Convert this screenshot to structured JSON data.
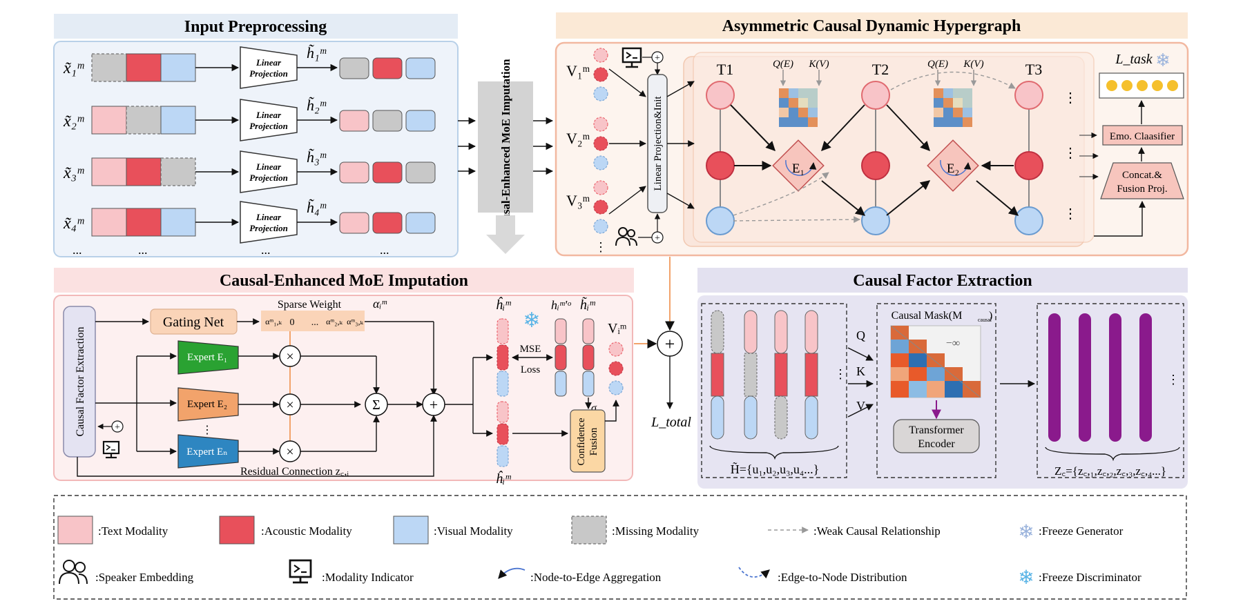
{
  "titles": {
    "input": "Input Preprocessing",
    "hypergraph": "Asymmetric Causal Dynamic Hypergraph",
    "moe": "Causal-Enhanced MoE Imputation",
    "cfe": "Causal Factor Extraction",
    "moe_vertical": "Causal-Enhanced MoE Imputation"
  },
  "input": {
    "rows": [
      "x̃₁ᵐ",
      "x̃₂ᵐ",
      "x̃₃ᵐ",
      "x̃₄ᵐ"
    ],
    "h_labels": [
      "h̃₁ᵐ",
      "h̃₂ᵐ",
      "h̃₃ᵐ",
      "h̃₄ᵐ"
    ],
    "proj_line1": "Linear",
    "proj_line2": "Projection",
    "ellipsis": "..."
  },
  "hypergraph": {
    "v_labels": [
      "V₁ᵐ",
      "V₂ᵐ",
      "V₃ᵐ"
    ],
    "init": "Linear Projection&Init",
    "times": [
      "T1",
      "T2",
      "T3"
    ],
    "qe": "Q(E)",
    "kv": "K(V)",
    "edges": [
      "E₁",
      "E₂"
    ],
    "ltask": "L_task",
    "classifier": "Emo. Claasifier",
    "fusion_line1": "Concat.&",
    "fusion_line2": "Fusion Proj.",
    "vdots": "⋮"
  },
  "moe": {
    "cfe_vertical": "Causal Factor Extraction",
    "gating": "Gating Net",
    "sparse": "Sparse Weight",
    "alpha": "αᵢᵐ",
    "weights": [
      "αᵐ₁,ₖ",
      "0",
      "...",
      "αᵐ₂,ₖ",
      "αᵐ₃,ₖ"
    ],
    "experts": [
      "Expert E₁",
      "Expert E₂",
      "Expert Eₙ"
    ],
    "residual": "Residual Connection z꜀,ᵢ",
    "mse1": "MSE",
    "mse2": "Loss",
    "h_hat": "ĥᵢᵐ",
    "h_hat_bottom": "ĥᵢᵐ",
    "h_o": "hᵢᵐ'ᵒ",
    "h_tilde": "h̃ᵢᵐ",
    "v_out": "Vᵢᵐ",
    "confidence_line1": "Confidence",
    "confidence_line2": "Fusion",
    "sigma": "σ",
    "ltotal": "L_total"
  },
  "cfe": {
    "mask": "Causal Mask(M",
    "mask_sub": "causal",
    "neg_inf": "−∞",
    "q": "Q",
    "k": "K",
    "v": "V",
    "transformer_line1": "Transformer",
    "transformer_line2": "Encoder",
    "h_set": "H̃={u₁,u₂,u₃,u₄...}",
    "z_set": "Z꜀={z꜀,₁,z꜀,₂,z꜀,₃,z꜀,₄...}"
  },
  "legend": {
    "text_modality": ":Text Modality",
    "acoustic_modality": ":Acoustic Modality",
    "visual_modality": ":Visual Modality",
    "missing_modality": ":Missing Modality",
    "weak_causal": ":Weak Causal Relationship",
    "freeze_generator": ":Freeze Generator",
    "speaker_embedding": ":Speaker Embedding",
    "modality_indicator": ":Modality Indicator",
    "node_to_edge": ":Node-to-Edge Aggregation",
    "edge_to_node": ":Edge-to-Node  Distribution",
    "freeze_discriminator": ":Freeze Discriminator"
  },
  "colors": {
    "text": "#f8c4c8",
    "acoustic": "#e8505b",
    "visual": "#bcd7f5",
    "missing": "#c8c8c8",
    "expert1": "#2aa232",
    "expert2": "#f2a36b",
    "expertn": "#2e86c1",
    "purple": "#8a1a8c"
  }
}
